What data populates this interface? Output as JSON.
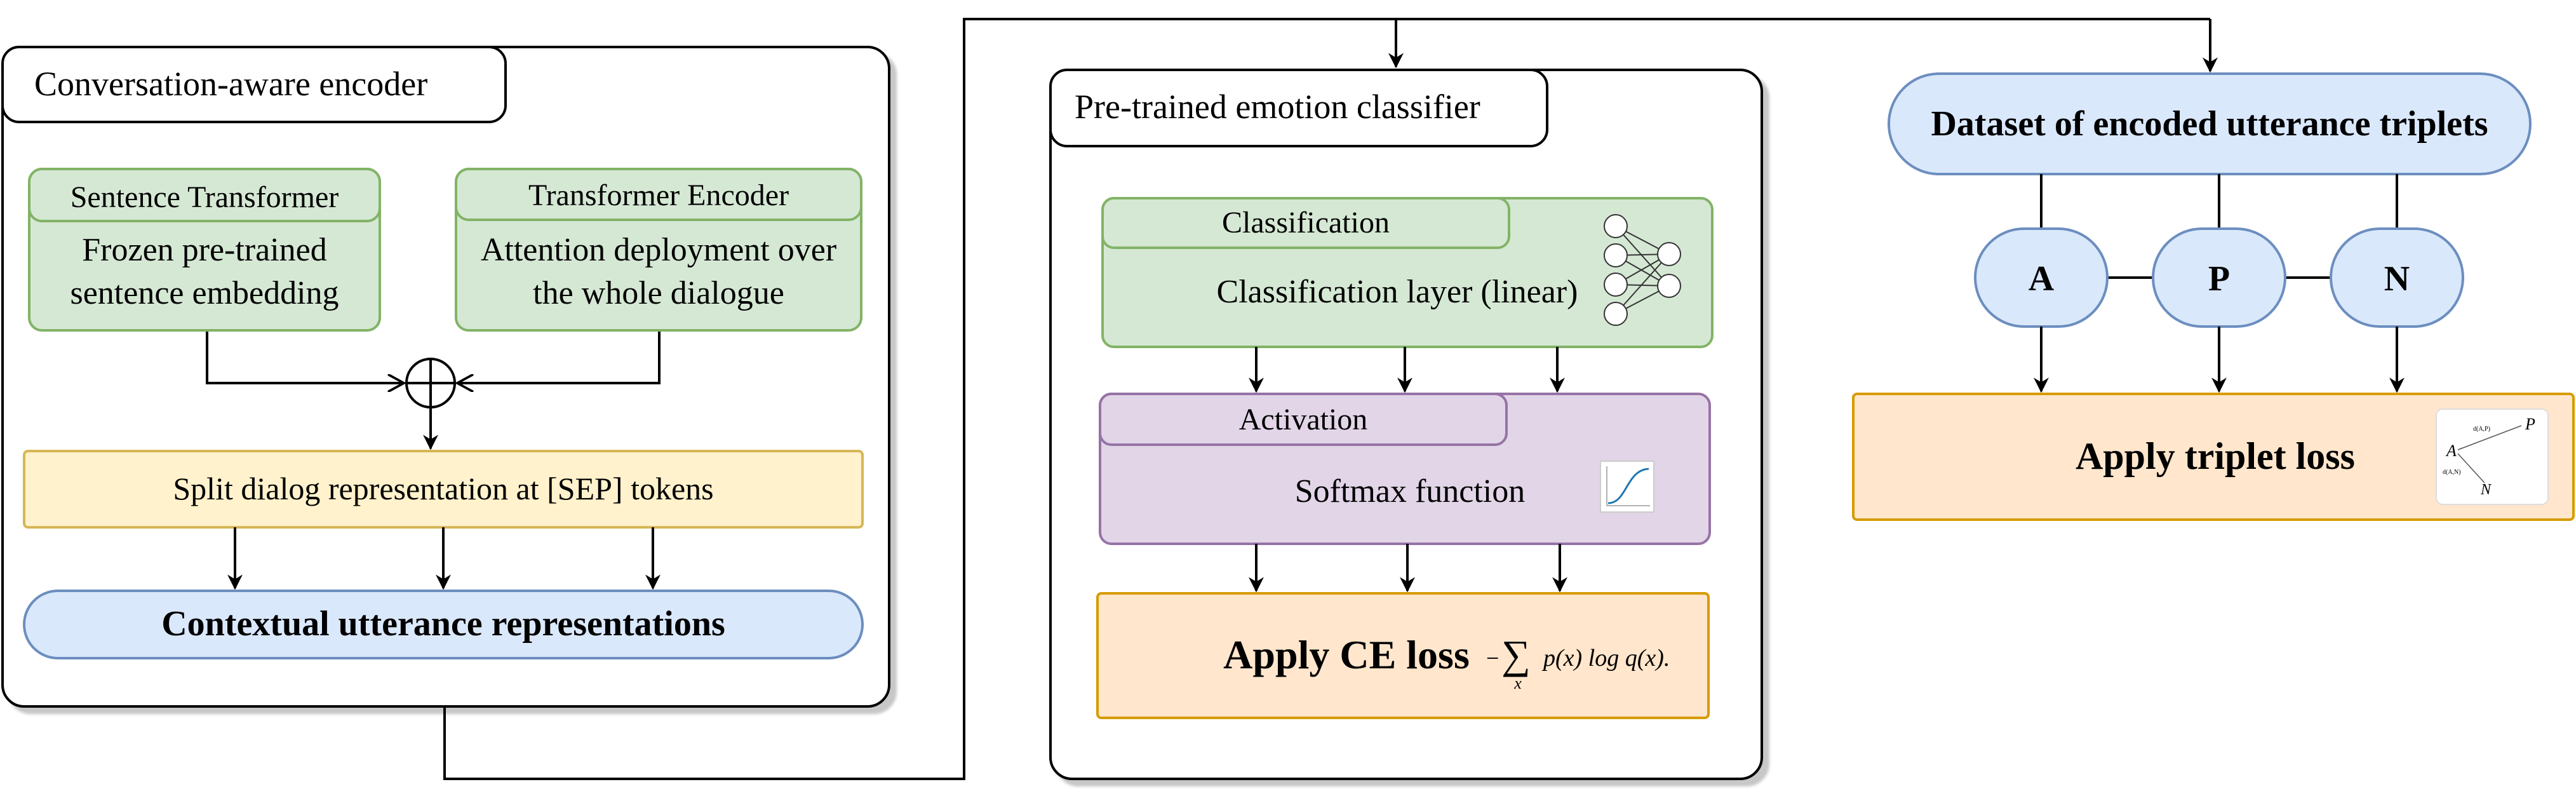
{
  "encoder": {
    "title": "Conversation-aware encoder",
    "sentence_transformer": {
      "header": "Sentence Transformer",
      "line1": "Frozen pre-trained",
      "line2": "sentence embedding"
    },
    "transformer_encoder": {
      "header": "Transformer Encoder",
      "line1": "Attention deployment over",
      "line2": "the whole dialogue"
    },
    "split": "Split dialog representation at [SEP] tokens",
    "contextual": "Contextual utterance representations"
  },
  "classifier": {
    "title": "Pre-trained emotion classifier",
    "classification": {
      "header": "Classification",
      "body": "Classification layer (linear)"
    },
    "activation": {
      "header": "Activation",
      "body": "Softmax function"
    },
    "ce_loss": {
      "label": "Apply CE loss",
      "formula_prefix": "−",
      "formula_sub": "x",
      "formula_body": "p(x) log q(x)."
    }
  },
  "triplet": {
    "dataset": "Dataset of encoded utterance triplets",
    "nodes": {
      "a": "A",
      "p": "P",
      "n": "N"
    },
    "loss": "Apply triplet loss",
    "thumbnail": {
      "p": "P",
      "a": "A",
      "n": "N",
      "d1": "d(A,P)",
      "d2": "d(A,N)"
    }
  },
  "colors": {
    "green_fill": "#d5e8d4",
    "green_stroke": "#82b366",
    "yellow_fill": "#fff2cc",
    "yellow_stroke": "#d6b656",
    "blue_fill": "#dae8fc",
    "blue_stroke": "#6c8ebf",
    "purple_fill": "#e1d5e7",
    "purple_stroke": "#9673a6",
    "orange_fill": "#ffe6cc",
    "orange_stroke": "#d79b00"
  }
}
